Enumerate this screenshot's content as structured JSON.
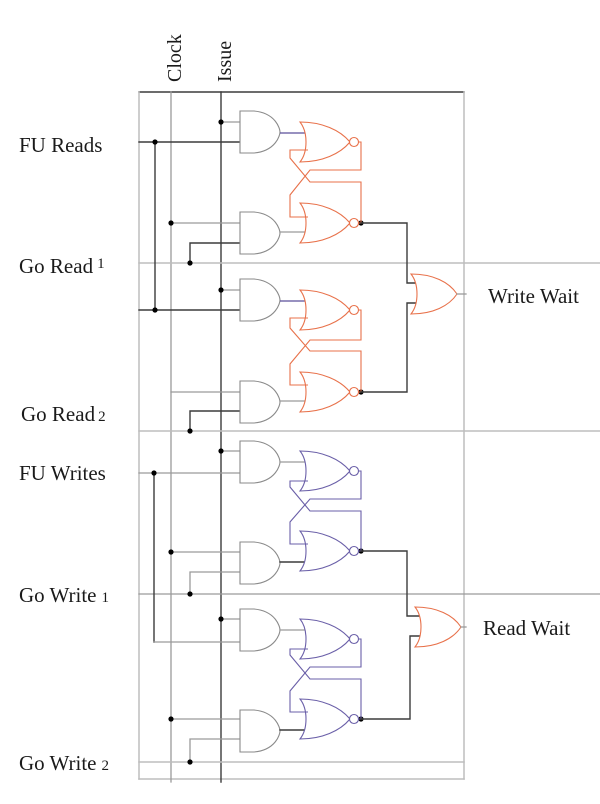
{
  "diagram": {
    "type": "logic-circuit",
    "top_labels": {
      "clock": "Clock",
      "issue": "Issue"
    },
    "inputs": [
      {
        "id": "fu_reads",
        "label": "FU Reads",
        "subscript": ""
      },
      {
        "id": "go_read_1",
        "label": "Go Read",
        "subscript": "1"
      },
      {
        "id": "go_read_2",
        "label": "Go Read",
        "subscript": "2"
      },
      {
        "id": "fu_writes",
        "label": "FU Writes",
        "subscript": ""
      },
      {
        "id": "go_write_1",
        "label": "Go Write",
        "subscript": "1"
      },
      {
        "id": "go_write_2",
        "label": "Go Write",
        "subscript": "2"
      }
    ],
    "outputs": [
      {
        "id": "write_wait",
        "label": "Write Wait"
      },
      {
        "id": "read_wait",
        "label": "Read Wait"
      }
    ],
    "sections": [
      {
        "name": "read-section",
        "latch_color": "#e8714a",
        "latches": 2,
        "and_gates": 4,
        "or_output": "write_wait"
      },
      {
        "name": "write-section",
        "latch_color": "#6a5fa8",
        "latches": 2,
        "and_gates": 4,
        "or_output": "read_wait"
      }
    ],
    "colors": {
      "read_latch": "#e8714a",
      "write_latch": "#6a5fa8",
      "output_or": "#e8714a",
      "wire": "#9a9a9a",
      "wire_dark": "#3c3c3c",
      "gate_outline": "#8a8a8a"
    }
  }
}
